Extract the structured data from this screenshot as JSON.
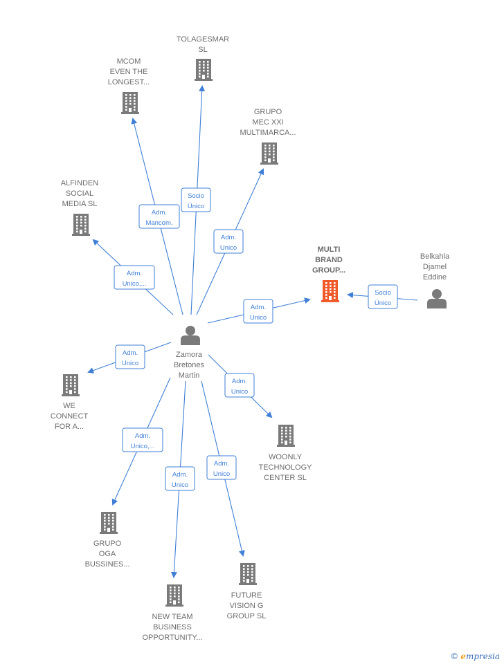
{
  "colors": {
    "edge": "#3f7fd6",
    "building": "#7a7a7a",
    "building_highlight": "#f05a28",
    "person": "#7a7a7a",
    "label": "#6b6b6b"
  },
  "nodes": [
    {
      "id": "zamora",
      "kind": "person",
      "lines": [
        "Zamora",
        "Bretones",
        "Martin"
      ]
    },
    {
      "id": "belkahla",
      "kind": "person",
      "lines": [
        "Belkahla",
        "Djamel",
        "Eddine"
      ]
    },
    {
      "id": "multi-brand",
      "kind": "company",
      "highlight": true,
      "lines": [
        "MULTI",
        "BRAND",
        "GROUP..."
      ]
    },
    {
      "id": "tolagesmar",
      "kind": "company",
      "lines": [
        "TOLAGESMAR",
        "SL"
      ]
    },
    {
      "id": "mcom",
      "kind": "company",
      "lines": [
        "MCOM",
        "EVEN THE",
        "LONGEST..."
      ]
    },
    {
      "id": "grupo-mec",
      "kind": "company",
      "lines": [
        "GRUPO",
        "MEC XXI",
        "MULTIMARCA..."
      ]
    },
    {
      "id": "alfinden",
      "kind": "company",
      "lines": [
        "ALFINDEN",
        "SOCIAL",
        "MEDIA SL"
      ]
    },
    {
      "id": "we-connect",
      "kind": "company",
      "lines": [
        "WE",
        "CONNECT",
        "FOR A..."
      ]
    },
    {
      "id": "woonly",
      "kind": "company",
      "lines": [
        "WOONLY",
        "TECHNOLOGY",
        "CENTER  SL"
      ]
    },
    {
      "id": "grupo-oga",
      "kind": "company",
      "lines": [
        "GRUPO",
        "OGA",
        "BUSSINES..."
      ]
    },
    {
      "id": "new-team",
      "kind": "company",
      "lines": [
        "NEW TEAM",
        "BUSINESS",
        "OPPORTUNITY..."
      ]
    },
    {
      "id": "future-vision",
      "kind": "company",
      "lines": [
        "FUTURE",
        "VISION G",
        "GROUP SL"
      ]
    }
  ],
  "edges": [
    {
      "from": "zamora",
      "to": "tolagesmar",
      "label": [
        "Socio",
        "Único"
      ]
    },
    {
      "from": "zamora",
      "to": "mcom",
      "label": [
        "Adm.",
        "Mancom."
      ]
    },
    {
      "from": "zamora",
      "to": "grupo-mec",
      "label": [
        "Adm.",
        "Unico"
      ]
    },
    {
      "from": "zamora",
      "to": "alfinden",
      "label": [
        "Adm.",
        "Unico,..."
      ]
    },
    {
      "from": "zamora",
      "to": "multi-brand",
      "label": [
        "Adm.",
        "Unico"
      ]
    },
    {
      "from": "belkahla",
      "to": "multi-brand",
      "label": [
        "Socio",
        "Único"
      ]
    },
    {
      "from": "zamora",
      "to": "we-connect",
      "label": [
        "Adm.",
        "Unico"
      ]
    },
    {
      "from": "zamora",
      "to": "woonly",
      "label": [
        "Adm.",
        "Unico"
      ]
    },
    {
      "from": "zamora",
      "to": "grupo-oga",
      "label": [
        "Adm.",
        "Unico,..."
      ]
    },
    {
      "from": "zamora",
      "to": "new-team",
      "label": [
        "Adm.",
        "Unico"
      ]
    },
    {
      "from": "zamora",
      "to": "future-vision",
      "label": [
        "Adm.",
        "Unico"
      ]
    }
  ],
  "watermark": {
    "copyright": "©",
    "brand_e": "e",
    "brand_rest": "mpresia"
  }
}
